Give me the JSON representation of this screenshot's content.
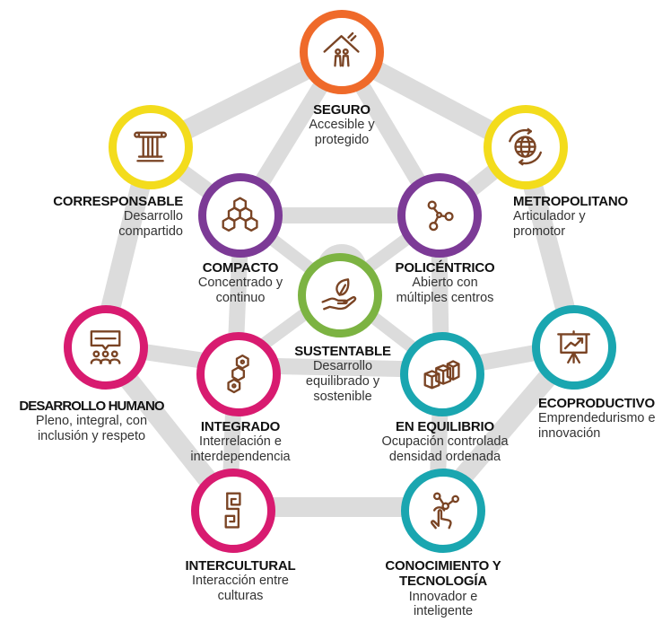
{
  "nodes": [
    {
      "key": "seguro",
      "title": "SEGURO",
      "desc1": "Accesible y",
      "desc2": "protegido",
      "icon": "house-family-icon",
      "color": "#ef6a2a"
    },
    {
      "key": "corresponsable",
      "title": "CORRESPONSABLE",
      "desc1": "Desarrollo",
      "desc2": "compartido",
      "icon": "column-icon",
      "color": "#f3dc1c"
    },
    {
      "key": "metropolitano",
      "title": "METROPOLITANO",
      "desc1": "Articulador y",
      "desc2": "promotor",
      "icon": "globe-icon",
      "color": "#f3dc1c"
    },
    {
      "key": "compacto",
      "title": "COMPACTO",
      "desc1": "Concentrado y",
      "desc2": "continuo",
      "icon": "hexagons-icon",
      "color": "#7c3a96"
    },
    {
      "key": "policentrico",
      "title": "POLICÉNTRICO",
      "desc1": "Abierto con",
      "desc2": "múltiples centros",
      "icon": "network-nodes-icon",
      "color": "#7c3a96"
    },
    {
      "key": "sustentable",
      "title": "SUSTENTABLE",
      "desc1": "Desarrollo",
      "desc2": "equilibrado y",
      "desc3": "sostenible",
      "icon": "hand-leaf-icon",
      "color": "#7cb342"
    },
    {
      "key": "desarrollo_humano",
      "title": "DESARROLLO HUMANO",
      "desc1": "Pleno, integral, con",
      "desc2": "inclusión y respeto",
      "icon": "presentation-people-icon",
      "color": "#d81b70"
    },
    {
      "key": "integrado",
      "title": "INTEGRADO",
      "desc1": "Interrelación e",
      "desc2": "interdependencia",
      "icon": "linked-hexagons-icon",
      "color": "#d81b70"
    },
    {
      "key": "en_equilibrio",
      "title": "EN EQUILIBRIO",
      "desc1": "Ocupación controlada",
      "desc2": "densidad ordenada",
      "icon": "cubes-icon",
      "color": "#1aa6b0"
    },
    {
      "key": "ecoproductivo",
      "title": "ECOPRODUCTIVO",
      "desc1": "Emprendedurismo e",
      "desc2": "innovación",
      "icon": "growth-board-icon",
      "color": "#1aa6b0"
    },
    {
      "key": "intercultural",
      "title": "INTERCULTURAL",
      "desc1": "Interacción entre",
      "desc2": "culturas",
      "icon": "greek-spiral-icon",
      "color": "#d81b70"
    },
    {
      "key": "conocimiento",
      "title": "CONOCIMIENTO Y",
      "title2": "TECNOLOGÍA",
      "desc1": "Innovador e",
      "desc2": "inteligente",
      "icon": "touch-network-icon",
      "color": "#1aa6b0"
    }
  ],
  "colors": {
    "web": "#d9d9d9",
    "icon": "#7a4424"
  }
}
